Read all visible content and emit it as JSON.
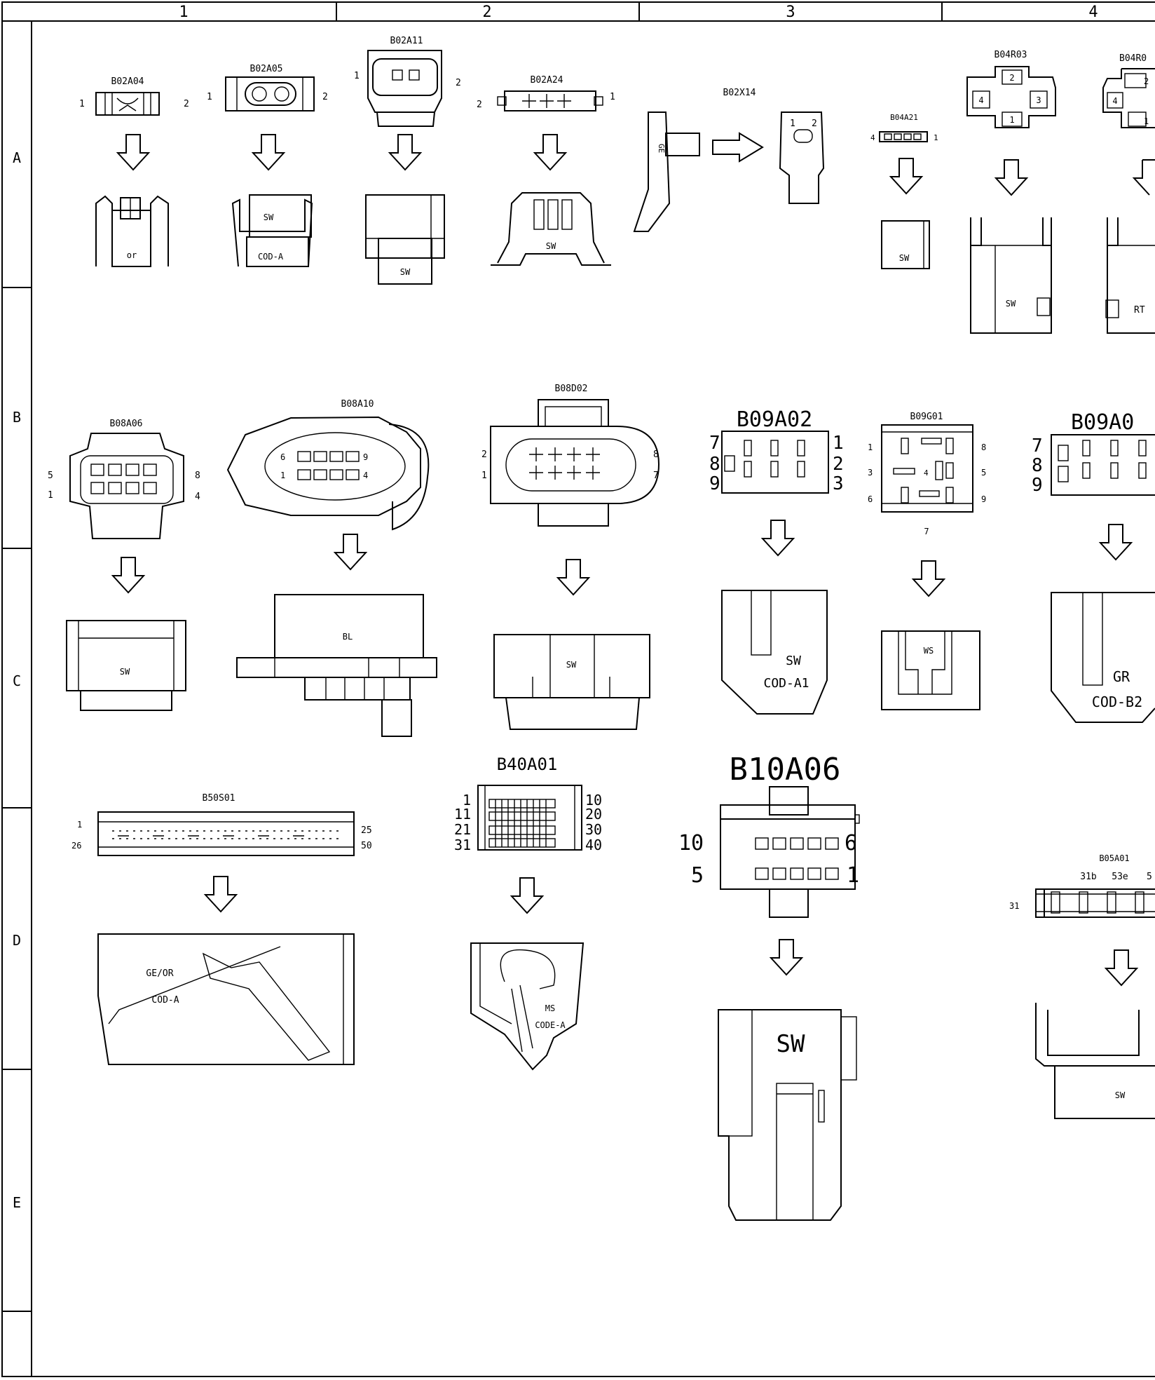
{
  "grid": {
    "columns": [
      "1",
      "2",
      "3",
      "4"
    ],
    "rows": [
      "A",
      "B",
      "C",
      "D",
      "E"
    ]
  },
  "connectors": {
    "B02A04": {
      "id": "B02A04",
      "pin_left": "1",
      "pin_right": "2",
      "color": "or"
    },
    "B02A05": {
      "id": "B02A05",
      "pin_left": "1",
      "pin_right": "2",
      "color": "SW",
      "code": "COD-A"
    },
    "B02A11": {
      "id": "B02A11",
      "pin_left": "1",
      "pin_right": "2",
      "color": "SW"
    },
    "B02A24": {
      "id": "B02A24",
      "pin_left": "2",
      "pin_right": "1",
      "color": "SW"
    },
    "B02X14": {
      "id": "B02X14",
      "pin_a": "1",
      "pin_b": "2",
      "body_color": "GE"
    },
    "B04A21": {
      "id": "B04A21",
      "pin_left": "4",
      "pin_right": "1",
      "color": "SW"
    },
    "B04R03": {
      "id": "B04R03",
      "pins": [
        "2",
        "4",
        "3",
        "1"
      ],
      "color": "SW"
    },
    "B04R0x": {
      "id": "B04R0",
      "pins": [
        "2",
        "4",
        "1"
      ],
      "color": "RT"
    },
    "B08A06": {
      "id": "B08A06",
      "pins": [
        "5",
        "1",
        "8",
        "4"
      ],
      "color": "SW"
    },
    "B08A10": {
      "id": "B08A10",
      "pins": [
        "6",
        "1",
        "9",
        "4"
      ],
      "color": "BL"
    },
    "B08D02": {
      "id": "B08D02",
      "pins": [
        "2",
        "1",
        "8",
        "7"
      ],
      "color": "SW"
    },
    "B09A02": {
      "id": "B09A02",
      "pins_left": [
        "7",
        "8",
        "9"
      ],
      "pins_right": [
        "1",
        "2",
        "3"
      ],
      "color": "SW",
      "code": "COD-A1"
    },
    "B09G01": {
      "id": "B09G01",
      "pins": [
        "1",
        "3",
        "6",
        "4",
        "8",
        "5",
        "9",
        "7"
      ],
      "color": "WS"
    },
    "B09A0x": {
      "id": "B09A0",
      "pins_left": [
        "7",
        "8",
        "9"
      ],
      "color": "GR",
      "code": "COD-B2"
    },
    "B50S01": {
      "id": "B50S01",
      "pins": [
        "1",
        "26",
        "25",
        "50"
      ],
      "color": "GE/OR",
      "code": "COD-A"
    },
    "B40A01": {
      "id": "B40A01",
      "pins_left": [
        "1",
        "11",
        "21",
        "31"
      ],
      "pins_right": [
        "10",
        "20",
        "30",
        "40"
      ],
      "color": "MS",
      "code": "CODE-A"
    },
    "B10A06": {
      "id": "B10A06",
      "pins": [
        "10",
        "5",
        "6",
        "1"
      ],
      "color": "SW"
    },
    "B05A01": {
      "id": "B05A01",
      "pin_left": "31",
      "pin_labels": [
        "31b",
        "53e",
        "5"
      ],
      "color": "SW"
    }
  }
}
